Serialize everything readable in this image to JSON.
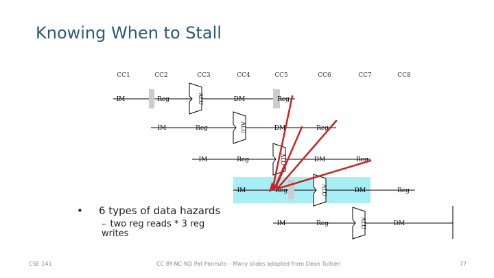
{
  "slide": {
    "title": "Knowing When to Stall",
    "bullet": "6 types of data hazards",
    "sub_bullet": "two reg reads * 3 reg writes",
    "footer_left": "CSE 141",
    "footer_center": "CC BY-NC-ND Pat Pannuto – Many slides adapted from Dean Tullsen",
    "page_number": "77"
  },
  "pipeline": {
    "cycles": [
      "CC1",
      "CC2",
      "CC3",
      "CC4",
      "CC5",
      "CC6",
      "CC7",
      "CC8"
    ],
    "stage_labels": {
      "im": "IM",
      "reg": "Reg",
      "alu": "ALU",
      "dm": "DM"
    },
    "instruction_count": 5,
    "highlight_color": "#a8eef5",
    "arrow_color": "#cc2222"
  }
}
